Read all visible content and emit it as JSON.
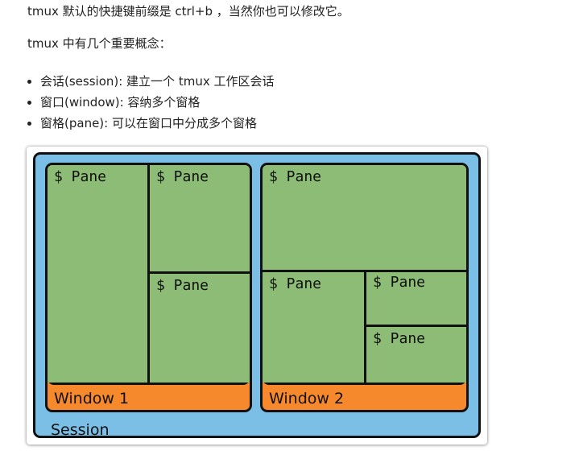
{
  "paragraphs": {
    "prefix_note": "tmux 默认的快捷键前缀是 ctrl+b ，当然你也可以修改它。",
    "concepts_intro": "tmux 中有几个重要概念："
  },
  "concepts": [
    "会话(session): 建立一个 tmux 工作区会话",
    "窗口(window): 容纳多个窗格",
    "窗格(pane): 可以在窗口中分成多个窗格"
  ],
  "diagram": {
    "session_label": "Session",
    "window1": {
      "label": "Window 1",
      "panes": [
        "$ Pane",
        "$ Pane",
        "$ Pane"
      ]
    },
    "window2": {
      "label": "Window 2",
      "panes": [
        "$ Pane",
        "$ Pane",
        "$ Pane",
        "$ Pane"
      ]
    },
    "colors": {
      "session": "#7cbfe6",
      "window": "#f7892d",
      "pane": "#8cbc75",
      "border": "#111111"
    }
  }
}
